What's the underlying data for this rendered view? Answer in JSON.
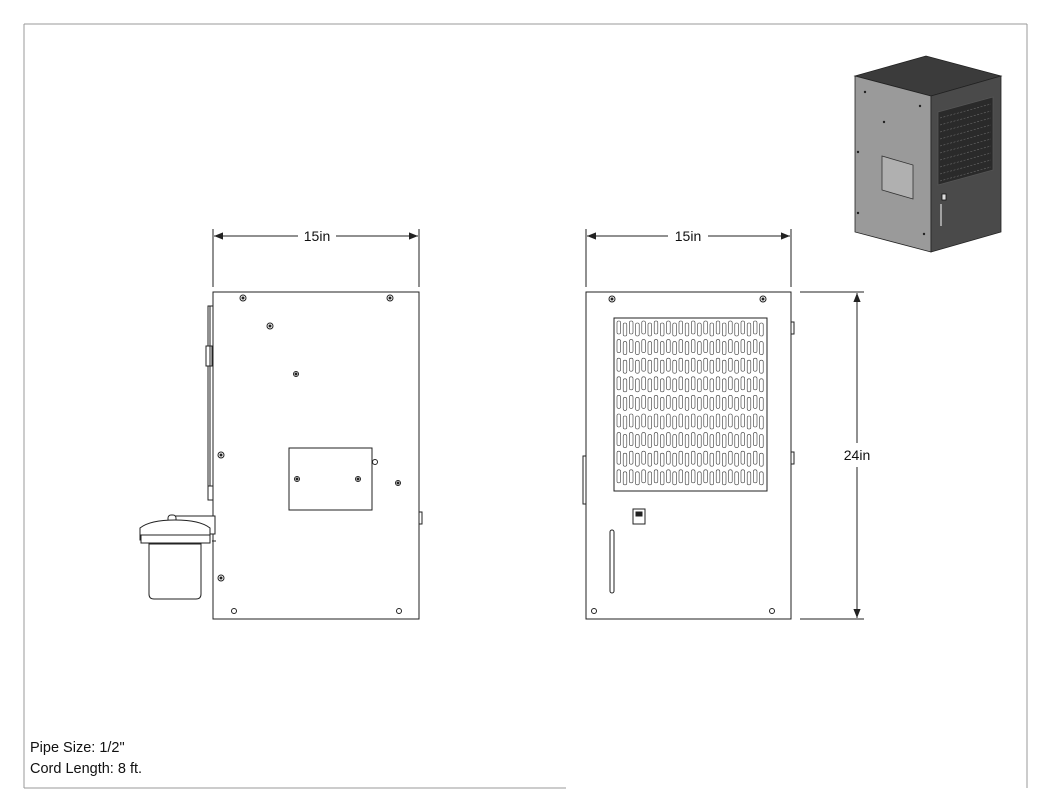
{
  "dimensions": {
    "side_view_width": "15in",
    "front_view_width": "15in",
    "front_view_height": "24in"
  },
  "notes": {
    "pipe_size": "Pipe Size: 1/2\"",
    "cord_length": "Cord Length: 8 ft."
  },
  "colors": {
    "line": "#222222",
    "iso_top": "#3b3b3b",
    "iso_left": "#9a9a9a",
    "iso_right": "#4a4a4a"
  }
}
